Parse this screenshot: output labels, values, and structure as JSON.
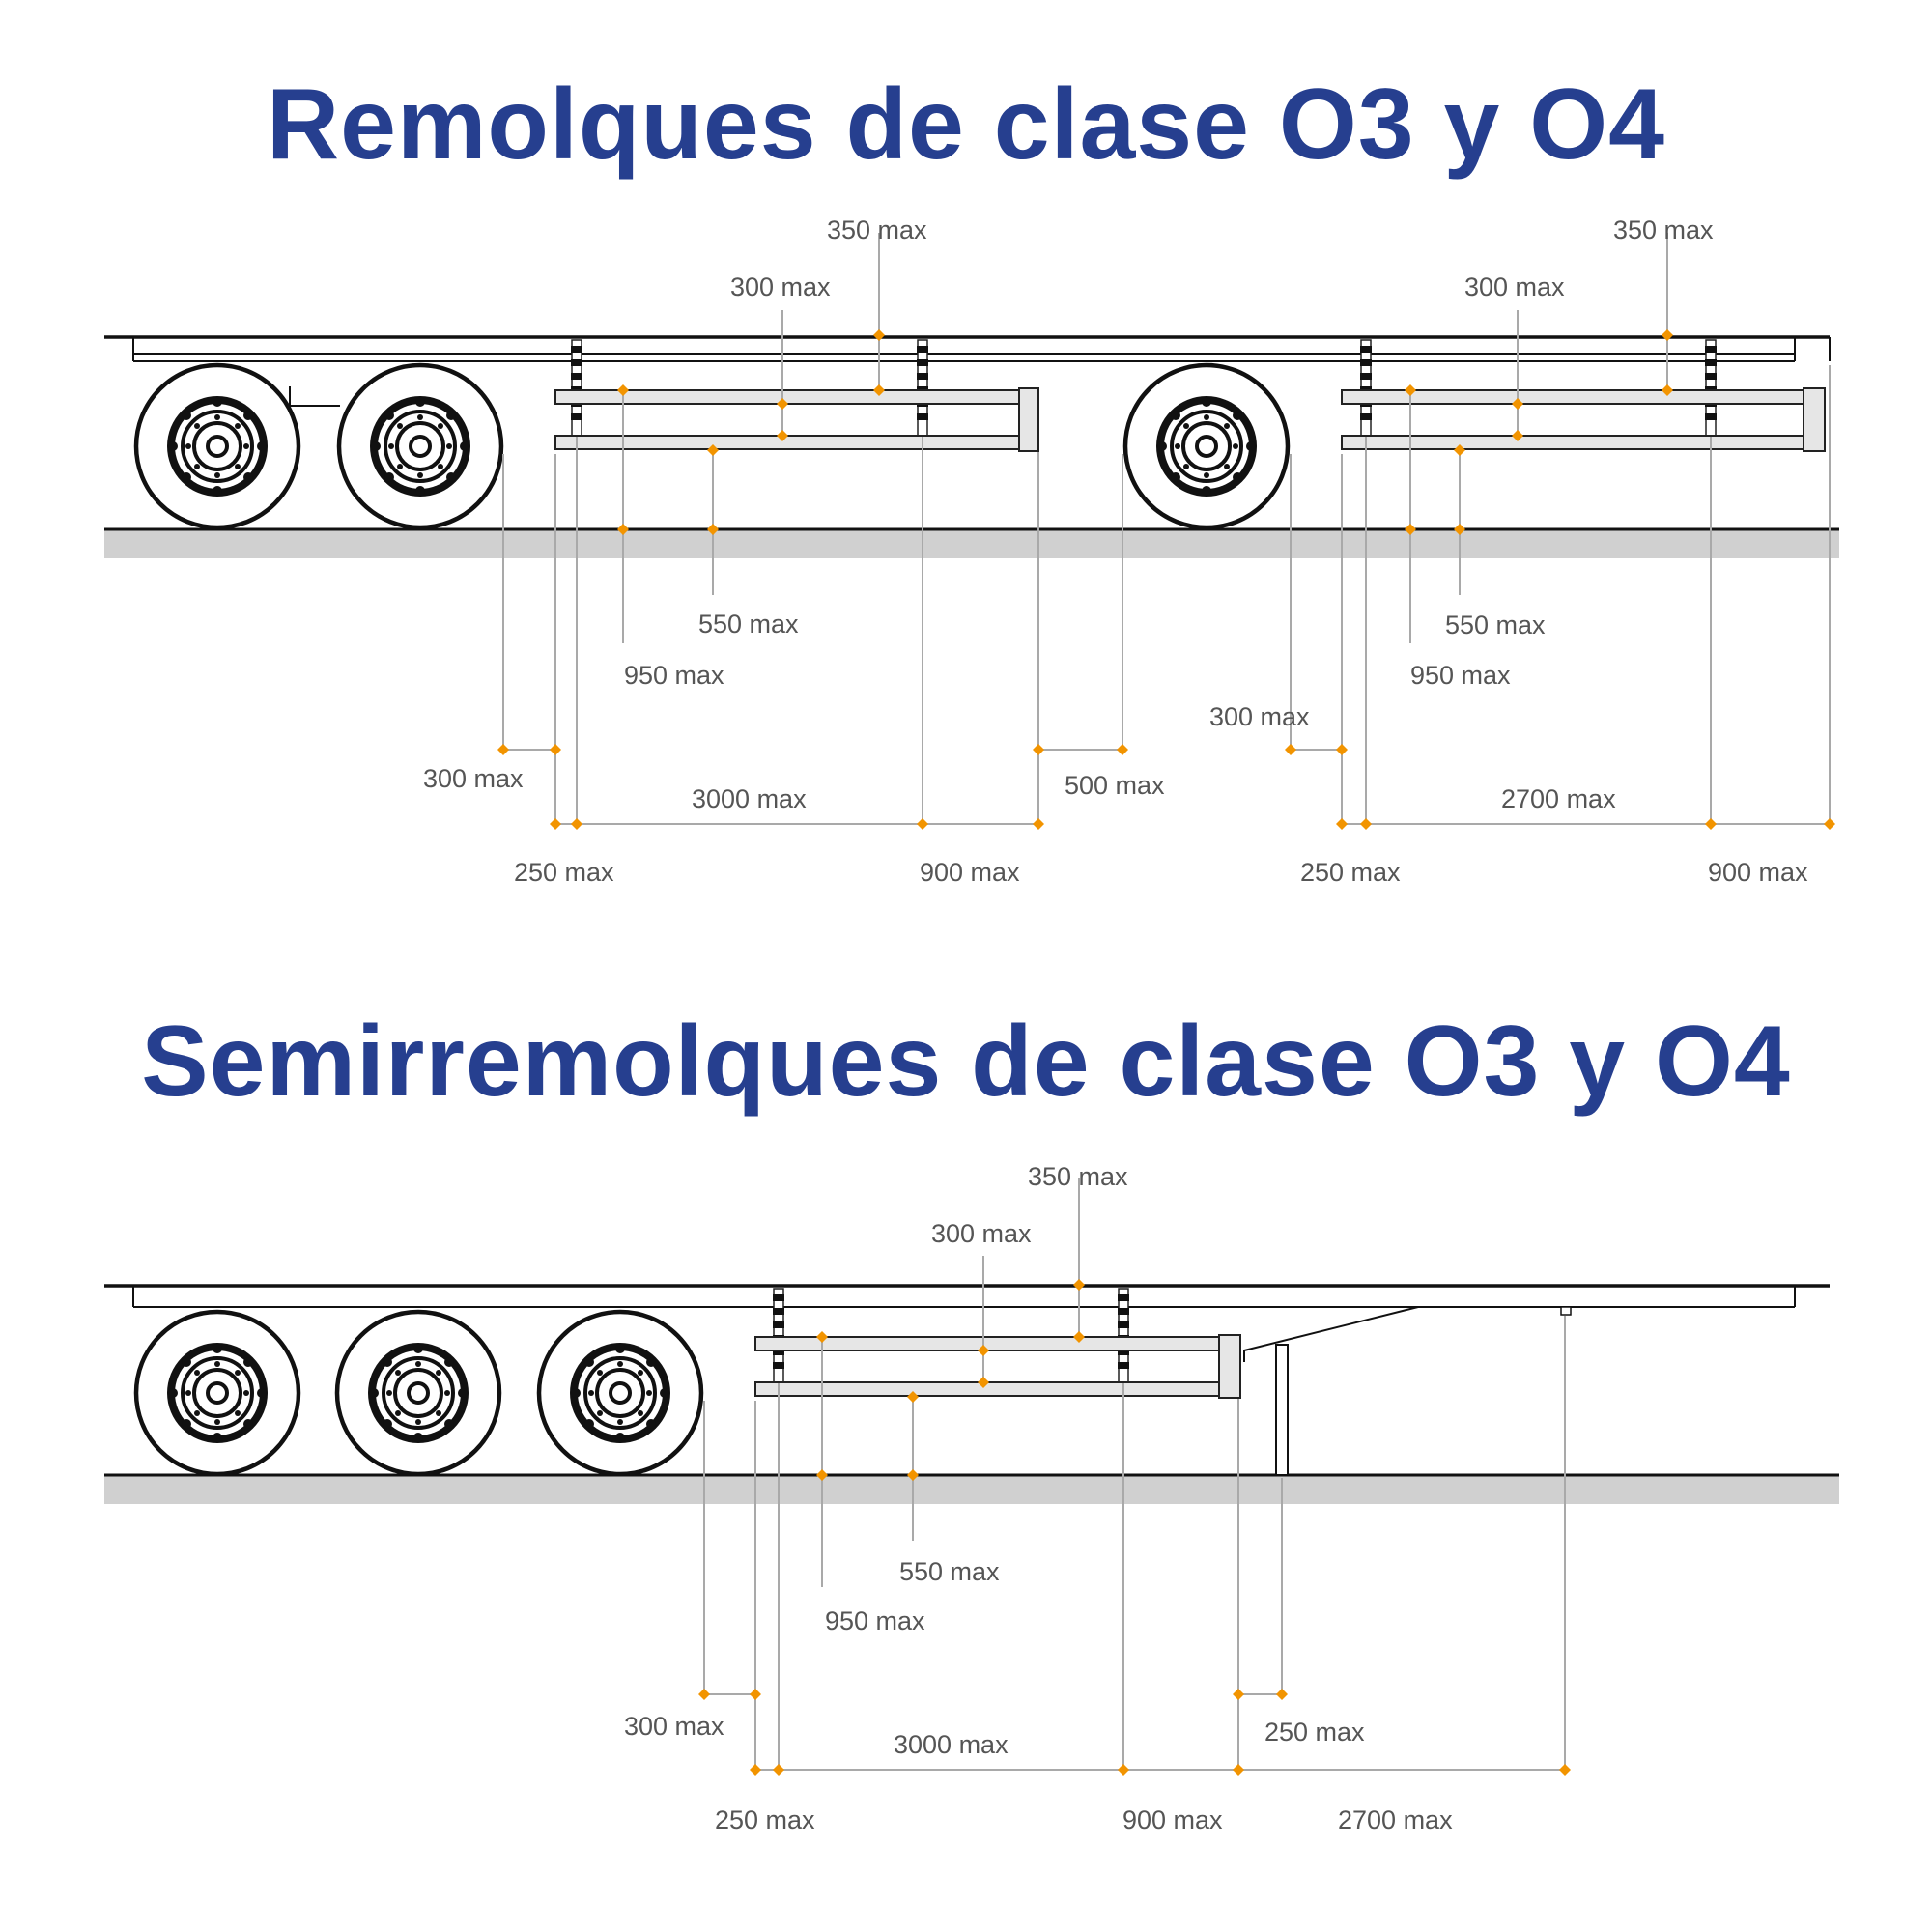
{
  "colors": {
    "title": "#263f8f",
    "marker": "#f29400",
    "dimension_line": "#a9a9a9",
    "ground": "#d0d0d0"
  },
  "sections": [
    {
      "title": "Remolques de clase O3 y O4",
      "labels": {
        "f_350": "350 max",
        "f_300": "300 max",
        "f_550": "550 max",
        "f_950": "950 max",
        "f_300_gap": "300 max",
        "f_250": "250 max",
        "f_3000": "3000 max",
        "f_900": "900 max",
        "f_500": "500 max",
        "r_350": "350 max",
        "r_300": "300 max",
        "r_550": "550 max",
        "r_950": "950 max",
        "r_300_gap": "300 max",
        "r_250": "250 max",
        "r_2700": "2700 max",
        "r_900": "900 max"
      }
    },
    {
      "title": "Semirremolques de clase O3 y O4",
      "labels": {
        "s_350": "350 max",
        "s_300": "300 max",
        "s_550": "550 max",
        "s_950": "950 max",
        "s_300_gap": "300 max",
        "s_250": "250 max",
        "s_3000": "3000 max",
        "s_900": "900 max",
        "s_250_b": "250 max",
        "s_2700": "2700 max"
      }
    }
  ]
}
